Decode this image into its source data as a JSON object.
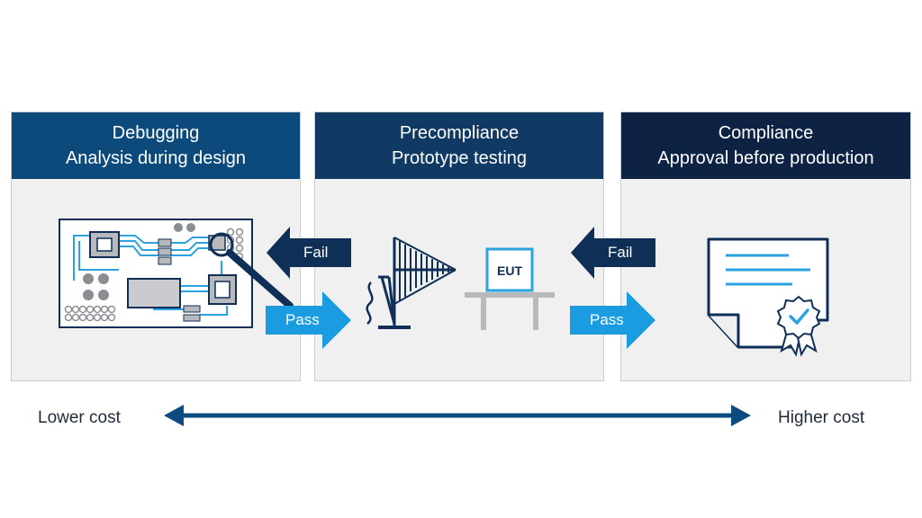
{
  "colors": {
    "header_debugging": "#0c4a7c",
    "header_precompliance": "#103a63",
    "header_compliance": "#0e2344",
    "fail_arrow": "#0f2f57",
    "pass_arrow": "#1b9ce0",
    "panel_bg": "#f0f0f1",
    "line_blue": "#2aa3e0",
    "gray_component": "#b7b9bd",
    "cost_arrow": "#0d4a80"
  },
  "stages": [
    {
      "title": "Debugging",
      "subtitle": "Analysis during design",
      "illustration": "pcb-board-magnifier"
    },
    {
      "title": "Precompliance",
      "subtitle": "Prototype testing",
      "illustration": "antenna-eut-table",
      "eut_label": "EUT"
    },
    {
      "title": "Compliance",
      "subtitle": "Approval before production",
      "illustration": "certificate-badge"
    }
  ],
  "transitions": [
    {
      "fail": "Fail",
      "pass": "Pass"
    },
    {
      "fail": "Fail",
      "pass": "Pass"
    }
  ],
  "cost_scale": {
    "low": "Lower cost",
    "high": "Higher cost"
  }
}
